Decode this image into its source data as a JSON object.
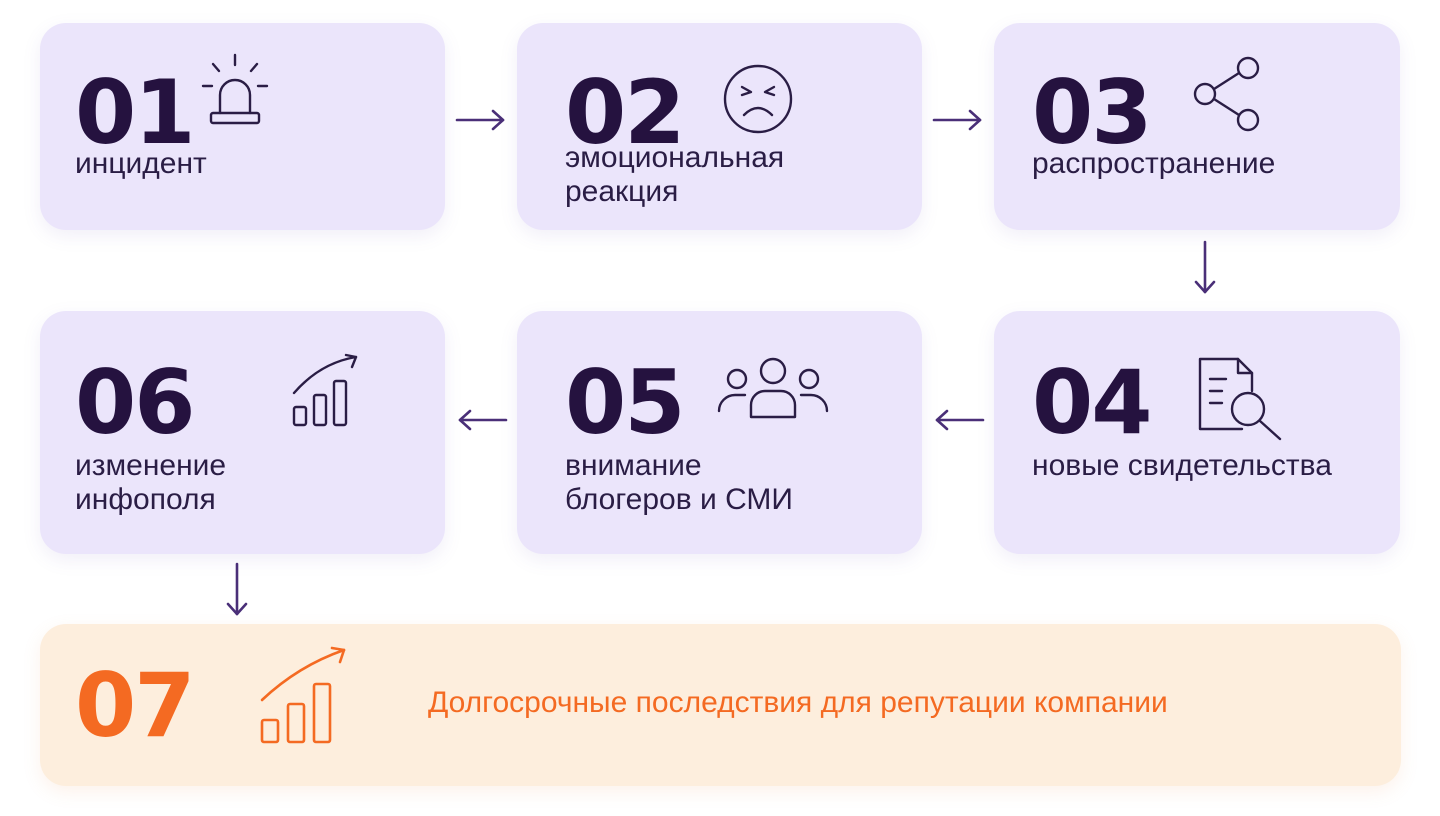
{
  "steps": [
    {
      "number": "01",
      "label_lines": [
        "инцидент"
      ],
      "icon": "alarm-icon"
    },
    {
      "number": "02",
      "label_lines": [
        "эмоциональная",
        "реакция"
      ],
      "icon": "sad-face-icon"
    },
    {
      "number": "03",
      "label_lines": [
        "распространение"
      ],
      "icon": "share-icon"
    },
    {
      "number": "04",
      "label_lines": [
        "новые свидетельства"
      ],
      "icon": "document-search-icon"
    },
    {
      "number": "05",
      "label_lines": [
        "внимание",
        "блогеров и СМИ"
      ],
      "icon": "people-icon"
    },
    {
      "number": "06",
      "label_lines": [
        "изменение",
        "инфополя"
      ],
      "icon": "growth-chart-icon"
    }
  ],
  "final": {
    "number": "07",
    "label": "Долгосрочные последствия для репутации компании",
    "icon": "growth-chart-icon"
  },
  "colors": {
    "card_bg": "#ebe5fb",
    "final_bg": "#fdeedd",
    "text_dark": "#25123f",
    "accent_orange": "#f46a22",
    "arrow": "#4a2f78"
  }
}
